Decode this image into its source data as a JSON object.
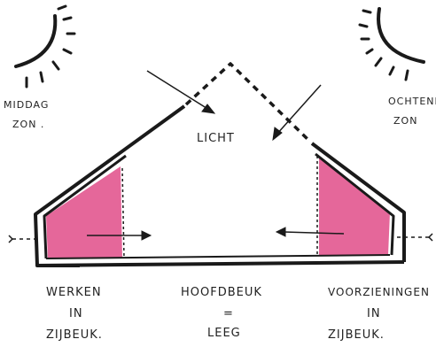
{
  "labels": {
    "sun_left": [
      "MIDDAG",
      "ZON ."
    ],
    "sun_right": [
      "OCHTEND",
      "ZON"
    ],
    "light": "LICHT",
    "left_zone": [
      "WERKEN",
      "IN",
      "ZIJBEUK."
    ],
    "center_zone": [
      "HOOFDBEUK",
      "=",
      "LEEG"
    ],
    "right_zone": [
      "VOORZIENINGEN",
      "IN",
      "ZIJBEUK."
    ]
  },
  "colors": {
    "ink": "#1a1a1a",
    "pink": "#e2568f",
    "pink_light": "#ec7aa8"
  }
}
